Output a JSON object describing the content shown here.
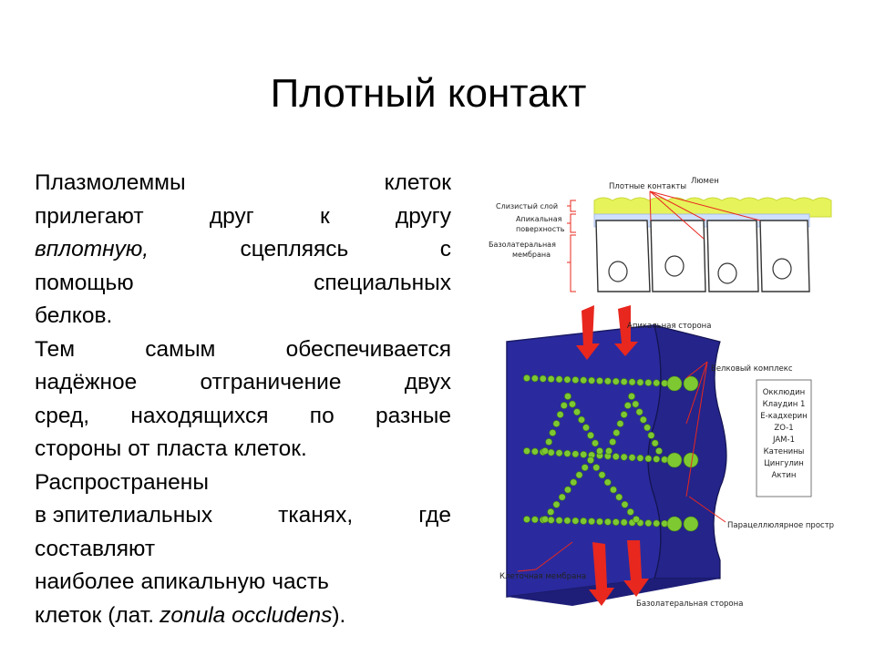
{
  "title": "Плотный контакт",
  "paragraph": {
    "lines": [
      {
        "words": [
          "Плазмолеммы",
          "клеток"
        ],
        "justify": true
      },
      {
        "words": [
          "прилегают",
          "друг",
          "к",
          "другу"
        ],
        "justify": true
      },
      {
        "words": [
          "вплотную,",
          "сцепляясь",
          "с"
        ],
        "justify": true,
        "italic_first": true
      },
      {
        "words": [
          "помощью",
          "специальных"
        ],
        "justify": true
      },
      {
        "words": [
          "белков."
        ],
        "justify": false
      },
      {
        "words": [
          "Тем",
          "самым",
          "обеспечивается"
        ],
        "justify": true
      },
      {
        "words": [
          "надёжное",
          "отграничение",
          "двух"
        ],
        "justify": true
      },
      {
        "words": [
          "сред,",
          "находящихся",
          "по",
          "разные"
        ],
        "justify": true
      },
      {
        "words": [
          "стороны",
          "от",
          "пласта",
          "клеток."
        ],
        "justify": false
      },
      {
        "words": [
          "Распространены"
        ],
        "justify": false
      },
      {
        "words": [
          "в эпителиальных",
          "тканях,",
          "где"
        ],
        "justify": true
      },
      {
        "words": [
          "составляют"
        ],
        "justify": false
      },
      {
        "words": [
          "наиболее",
          "апикальную",
          "часть"
        ],
        "justify": false
      },
      {
        "words": [
          "клеток (лат.",
          "zonula occludens",
          ")."
        ],
        "justify": false,
        "latin": true
      }
    ]
  },
  "diagram_top": {
    "labels": {
      "tight": "Плотные контакты",
      "lumen": "Люмен",
      "mucus": "Слизистый слой",
      "apical1": "Апикальная",
      "apical2": "поверхность",
      "baso1": "Базолатеральная",
      "baso2": "мембрана"
    }
  },
  "diagram_bottom": {
    "labels": {
      "apical_side": "Апикальная сторона",
      "protein_complex": "Белковый комплекс",
      "paracellular": "Парацеллюлярное простр",
      "cell_membrane": "Клеточная мембрана",
      "basolateral_side": "Базолатеральная сторона"
    },
    "proteins": [
      "Окклюдин",
      "Клаудин 1",
      "E-кадхерин",
      "ZO-1",
      "JAM-1",
      "Катенины",
      "Цингулин",
      "Актин"
    ]
  },
  "colors": {
    "membrane_blue": "#2f2f9a",
    "membrane_dark": "#1a1a66",
    "bead_green": "#7ec832",
    "arrow_red": "#e8271e",
    "mucus_yellow": "#e6f35a"
  }
}
